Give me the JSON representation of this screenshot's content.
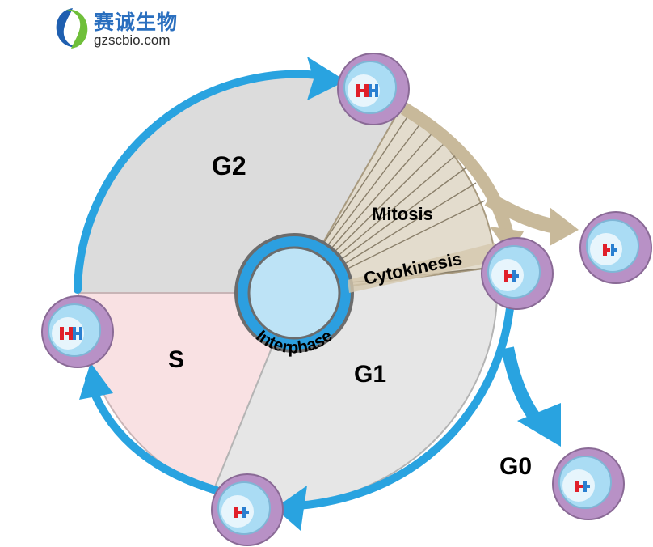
{
  "logo": {
    "name_cn": "赛诚生物",
    "domain": "gzscbio.com"
  },
  "phases": {
    "g2": "G2",
    "s": "S",
    "g1": "G1",
    "g0": "G0",
    "mitosis": "Mitosis",
    "cytokinesis": "Cytokinesis",
    "interphase": "Interphase"
  },
  "colors": {
    "cycle_arrow": "#29a3e0",
    "mitosis_arrow": "#c8b99a",
    "g2_sector": "#dcdcdc",
    "s_sector": "#f9e1e3",
    "g1_sector": "#e6e6e6",
    "mitosis_sector": "#e3dccd",
    "cell_membrane": "#b891c6",
    "nucleus": "#aadcf4",
    "chromosome_red": "#e0202a",
    "chromosome_blue": "#2a7fd0"
  }
}
